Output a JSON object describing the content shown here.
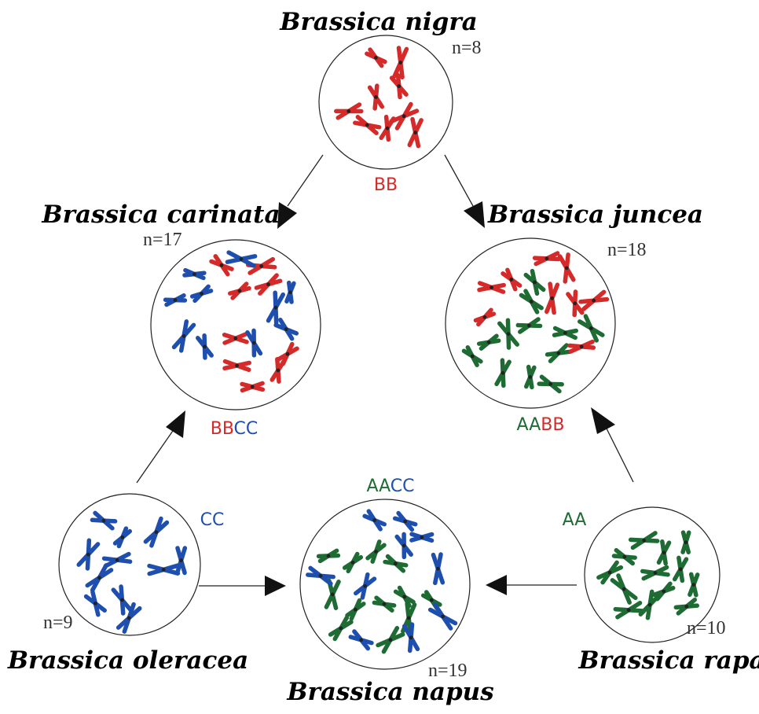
{
  "colors": {
    "A": "#1e6b33",
    "B": "#d42a2a",
    "C": "#1f4fae"
  },
  "species": {
    "nigra": {
      "name": "Brassica nigra",
      "n": "n=8",
      "genome": [
        "B",
        "B"
      ],
      "seed": 11
    },
    "carinata": {
      "name": "Brassica carinata",
      "n": "n=17",
      "genome": [
        "B",
        "B",
        "C",
        "C"
      ],
      "seed": 23
    },
    "juncea": {
      "name": "Brassica juncea",
      "n": "n=18",
      "genome": [
        "A",
        "A",
        "B",
        "B"
      ],
      "seed": 37
    },
    "oleracea": {
      "name": "Brassica oleracea",
      "n": "n=9",
      "genome": [
        "C",
        "C"
      ],
      "seed": 41
    },
    "napus": {
      "name": "Brassica napus",
      "n": "n=19",
      "genome": [
        "A",
        "A",
        "C",
        "C"
      ],
      "seed": 53
    },
    "rapa": {
      "name": "Brassica rapa",
      "n": "n=10",
      "genome": [
        "A",
        "A"
      ],
      "seed": 67
    }
  },
  "chromosomes": {
    "nigra": {
      "B": 9
    },
    "carinata": {
      "B": 9,
      "C": 10
    },
    "juncea": {
      "A": 12,
      "B": 9
    },
    "oleracea": {
      "C": 11
    },
    "napus": {
      "A": 12,
      "C": 10
    },
    "rapa": {
      "A": 13
    }
  }
}
